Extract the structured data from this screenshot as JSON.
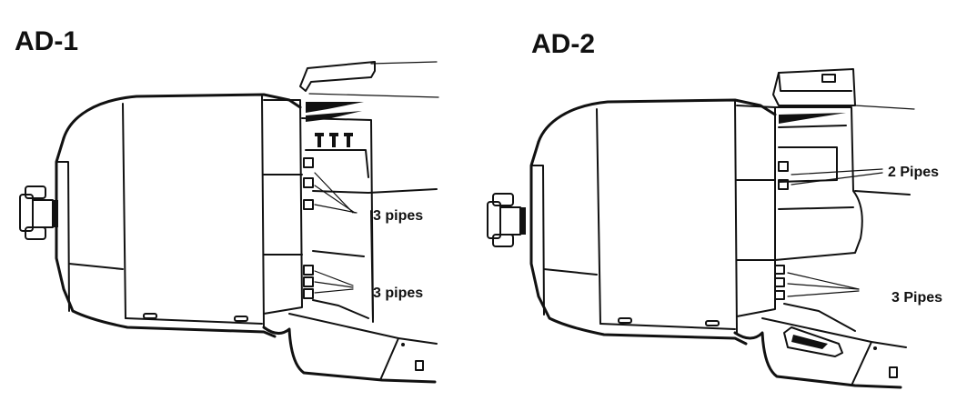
{
  "panels": [
    {
      "title": "AD-1",
      "callouts": [
        "3 pipes",
        "3 pipes"
      ]
    },
    {
      "title": "AD-2",
      "callouts": [
        "2 Pipes",
        "3 Pipes"
      ]
    }
  ],
  "colors": {
    "ink": "#111111",
    "background": "#ffffff"
  }
}
